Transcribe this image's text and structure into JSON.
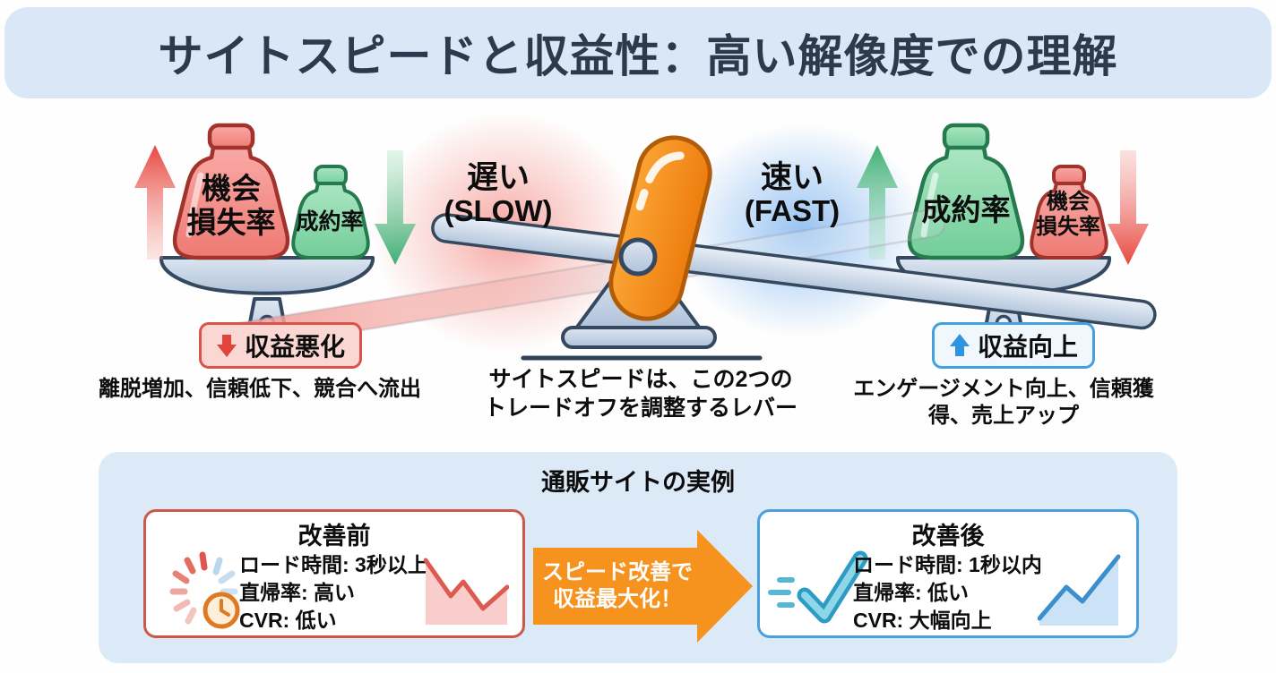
{
  "title": "サイトスピードと収益性：高い解像度での理解",
  "seesaw": {
    "slow": {
      "jp": "遅い",
      "en": "(SLOW)"
    },
    "fast": {
      "jp": "速い",
      "en": "(FAST)"
    },
    "left_big_weight": {
      "line1": "機会",
      "line2": "損失率"
    },
    "left_small_weight": "成約率",
    "right_big_weight": "成約率",
    "right_small_weight": {
      "line1": "機会",
      "line2": "損失率"
    },
    "left_badge": "収益悪化",
    "right_badge": "収益向上",
    "left_caption": "離脱増加、信頼低下、競合へ流出",
    "center_caption": {
      "line1": "サイトスピードは、この2つの",
      "line2": "トレードオフを調整するレバー"
    },
    "right_caption": "エンゲージメント向上、信頼獲得、売上アップ"
  },
  "examples": {
    "title": "通販サイトの実例",
    "before": {
      "title": "改善前",
      "rows": [
        "ロード時間: 3秒以上",
        "直帰率: 高い",
        "CVR: 低い"
      ]
    },
    "arrow": {
      "line1": "スピード改善で",
      "line2": "収益最大化！"
    },
    "after": {
      "title": "改善後",
      "rows": [
        "ロード時間: 1秒以内",
        "直帰率: 低い",
        "CVR: 大幅向上"
      ]
    }
  },
  "colors": {
    "banner_bg": "#d9e7f6",
    "panel_bg": "#dce9f7",
    "title_text": "#2b3a4d",
    "red": "#dd4f47",
    "green": "#3fae74",
    "blue": "#3e97d4",
    "orange": "#f6921e",
    "outline_navy": "#34485f"
  }
}
